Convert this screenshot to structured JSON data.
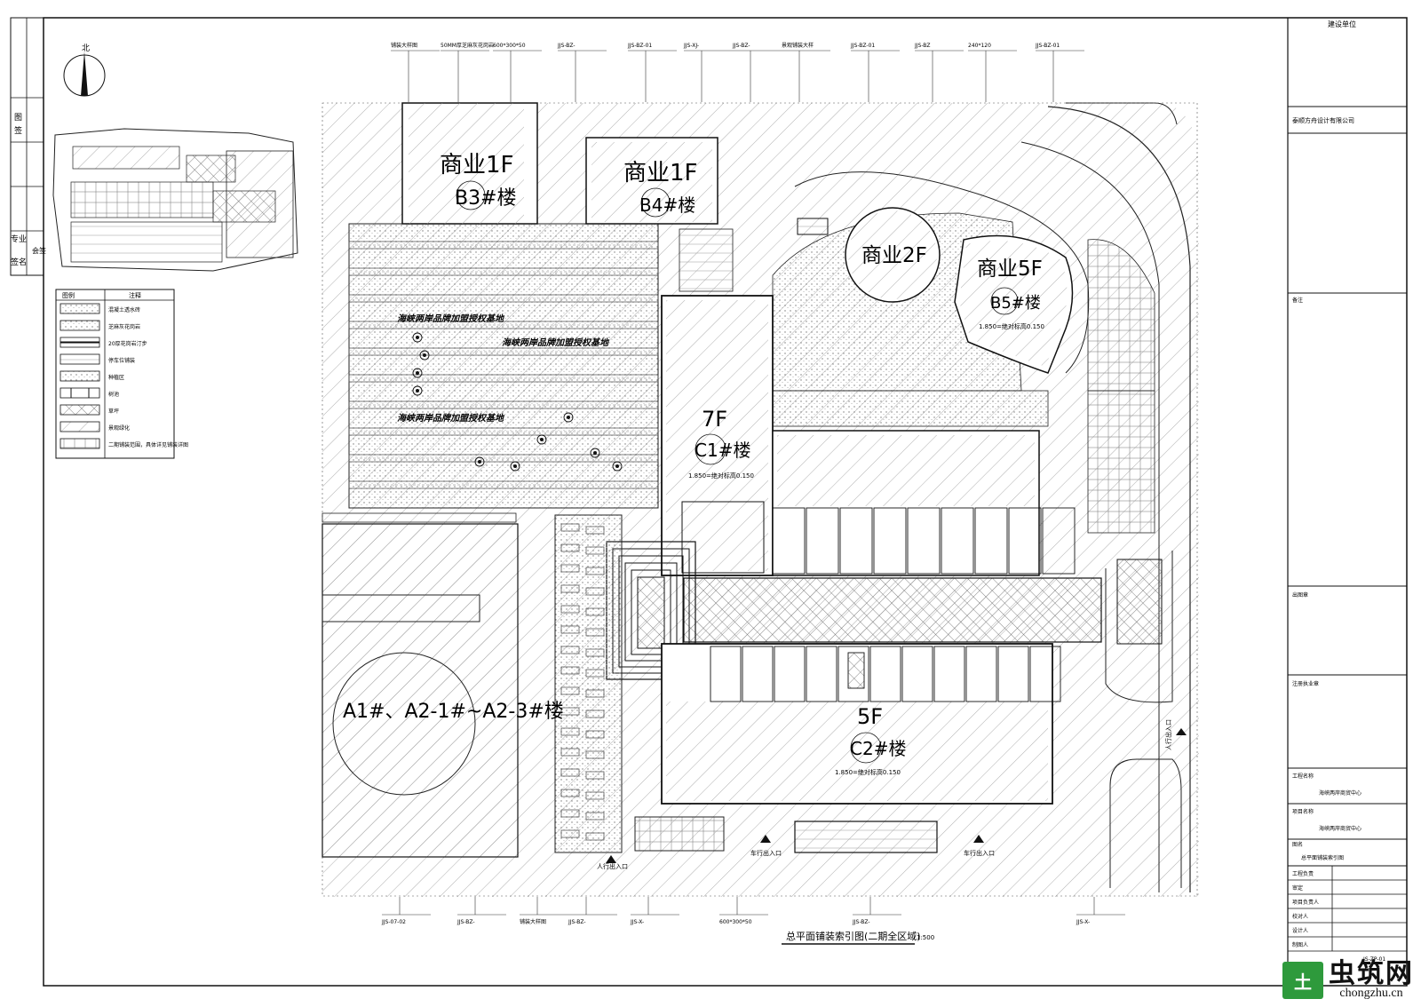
{
  "drawing": {
    "title": "总平面铺装索引图(二期全区域)",
    "scale_note": "1:500"
  },
  "north": {
    "label": "北"
  },
  "buildings": {
    "b3": {
      "use": "商业1F",
      "code": "B3#楼"
    },
    "b4": {
      "use": "商业1F",
      "code": "B4#楼"
    },
    "b2": {
      "use": "商业2F"
    },
    "b5": {
      "use": "商业5F",
      "code": "B5#楼",
      "elev": "1.850=绝对标高0.150"
    },
    "c1": {
      "floors": "7F",
      "code": "C1#楼",
      "elev": "1.850=绝对标高0.150"
    },
    "c2": {
      "floors": "5F",
      "code": "C2#楼",
      "elev": "1.850=绝对标高0.150"
    },
    "a": {
      "code": "A1#、A2-1#~A2-3#楼"
    }
  },
  "plaza": {
    "row1": "海峡两岸品牌加盟授权基地",
    "row2": "海峡两岸品牌加盟授权基地",
    "row3": "海峡两岸品牌加盟授权基地"
  },
  "entrances": {
    "e1": "人行出入口",
    "e2": "车行出入口",
    "e3": "车行出入口",
    "e4": "人行出入口"
  },
  "top_callouts": [
    "铺装大样图",
    "50MM厚芝麻灰花岗岩",
    "600*300*50",
    "JJS-BZ-",
    "JJS-BZ-01",
    "JJS-XJ-",
    "JJS-BZ-",
    "景观铺装大样",
    "JJS-BZ-01",
    "JJS-BZ",
    "240*120",
    "JJS-BZ-01"
  ],
  "bottom_callouts": [
    "JJS-07-02",
    "JJS-BZ-",
    "铺装大样图",
    "JJS-BZ-",
    "JJS-X-",
    "600*300*50",
    "JJS-BZ-",
    "JJS-X-"
  ],
  "legend": {
    "header_sym": "图例",
    "header_desc": "注释",
    "items": [
      "混凝土透水砖",
      "芝麻灰花岗岩",
      "20厚花岗岩汀步",
      "停车位铺装",
      "种植区",
      "树池",
      "草坪",
      "景观绿化",
      "二期铺装范围，具体详见铺装详图"
    ]
  },
  "left_strip": [
    "图",
    "签",
    "专业",
    "会签",
    "签名"
  ],
  "title_block": {
    "construction_unit": "建设单位",
    "design_company": "泰顺方舟设计有限公司",
    "notes": "备注",
    "seal": "出图章",
    "reg_seal": "注册执业章",
    "project_name_label": "工程名称",
    "project_name": "海峡两岸商贸中心",
    "sub_project_label": "项目名称",
    "sub_project": "海峡两岸商贸中心",
    "drawing_name_label": "图名",
    "drawing_name": "总平面铺装索引图",
    "sign_rows": [
      "工程负责",
      "审定",
      "项目负责人",
      "校对人",
      "设计人",
      "制图人"
    ],
    "drawing_no": "JS-ZP-01"
  },
  "watermark": {
    "icon": "土",
    "name": "虫筑网",
    "url": "chongzhu.cn"
  }
}
